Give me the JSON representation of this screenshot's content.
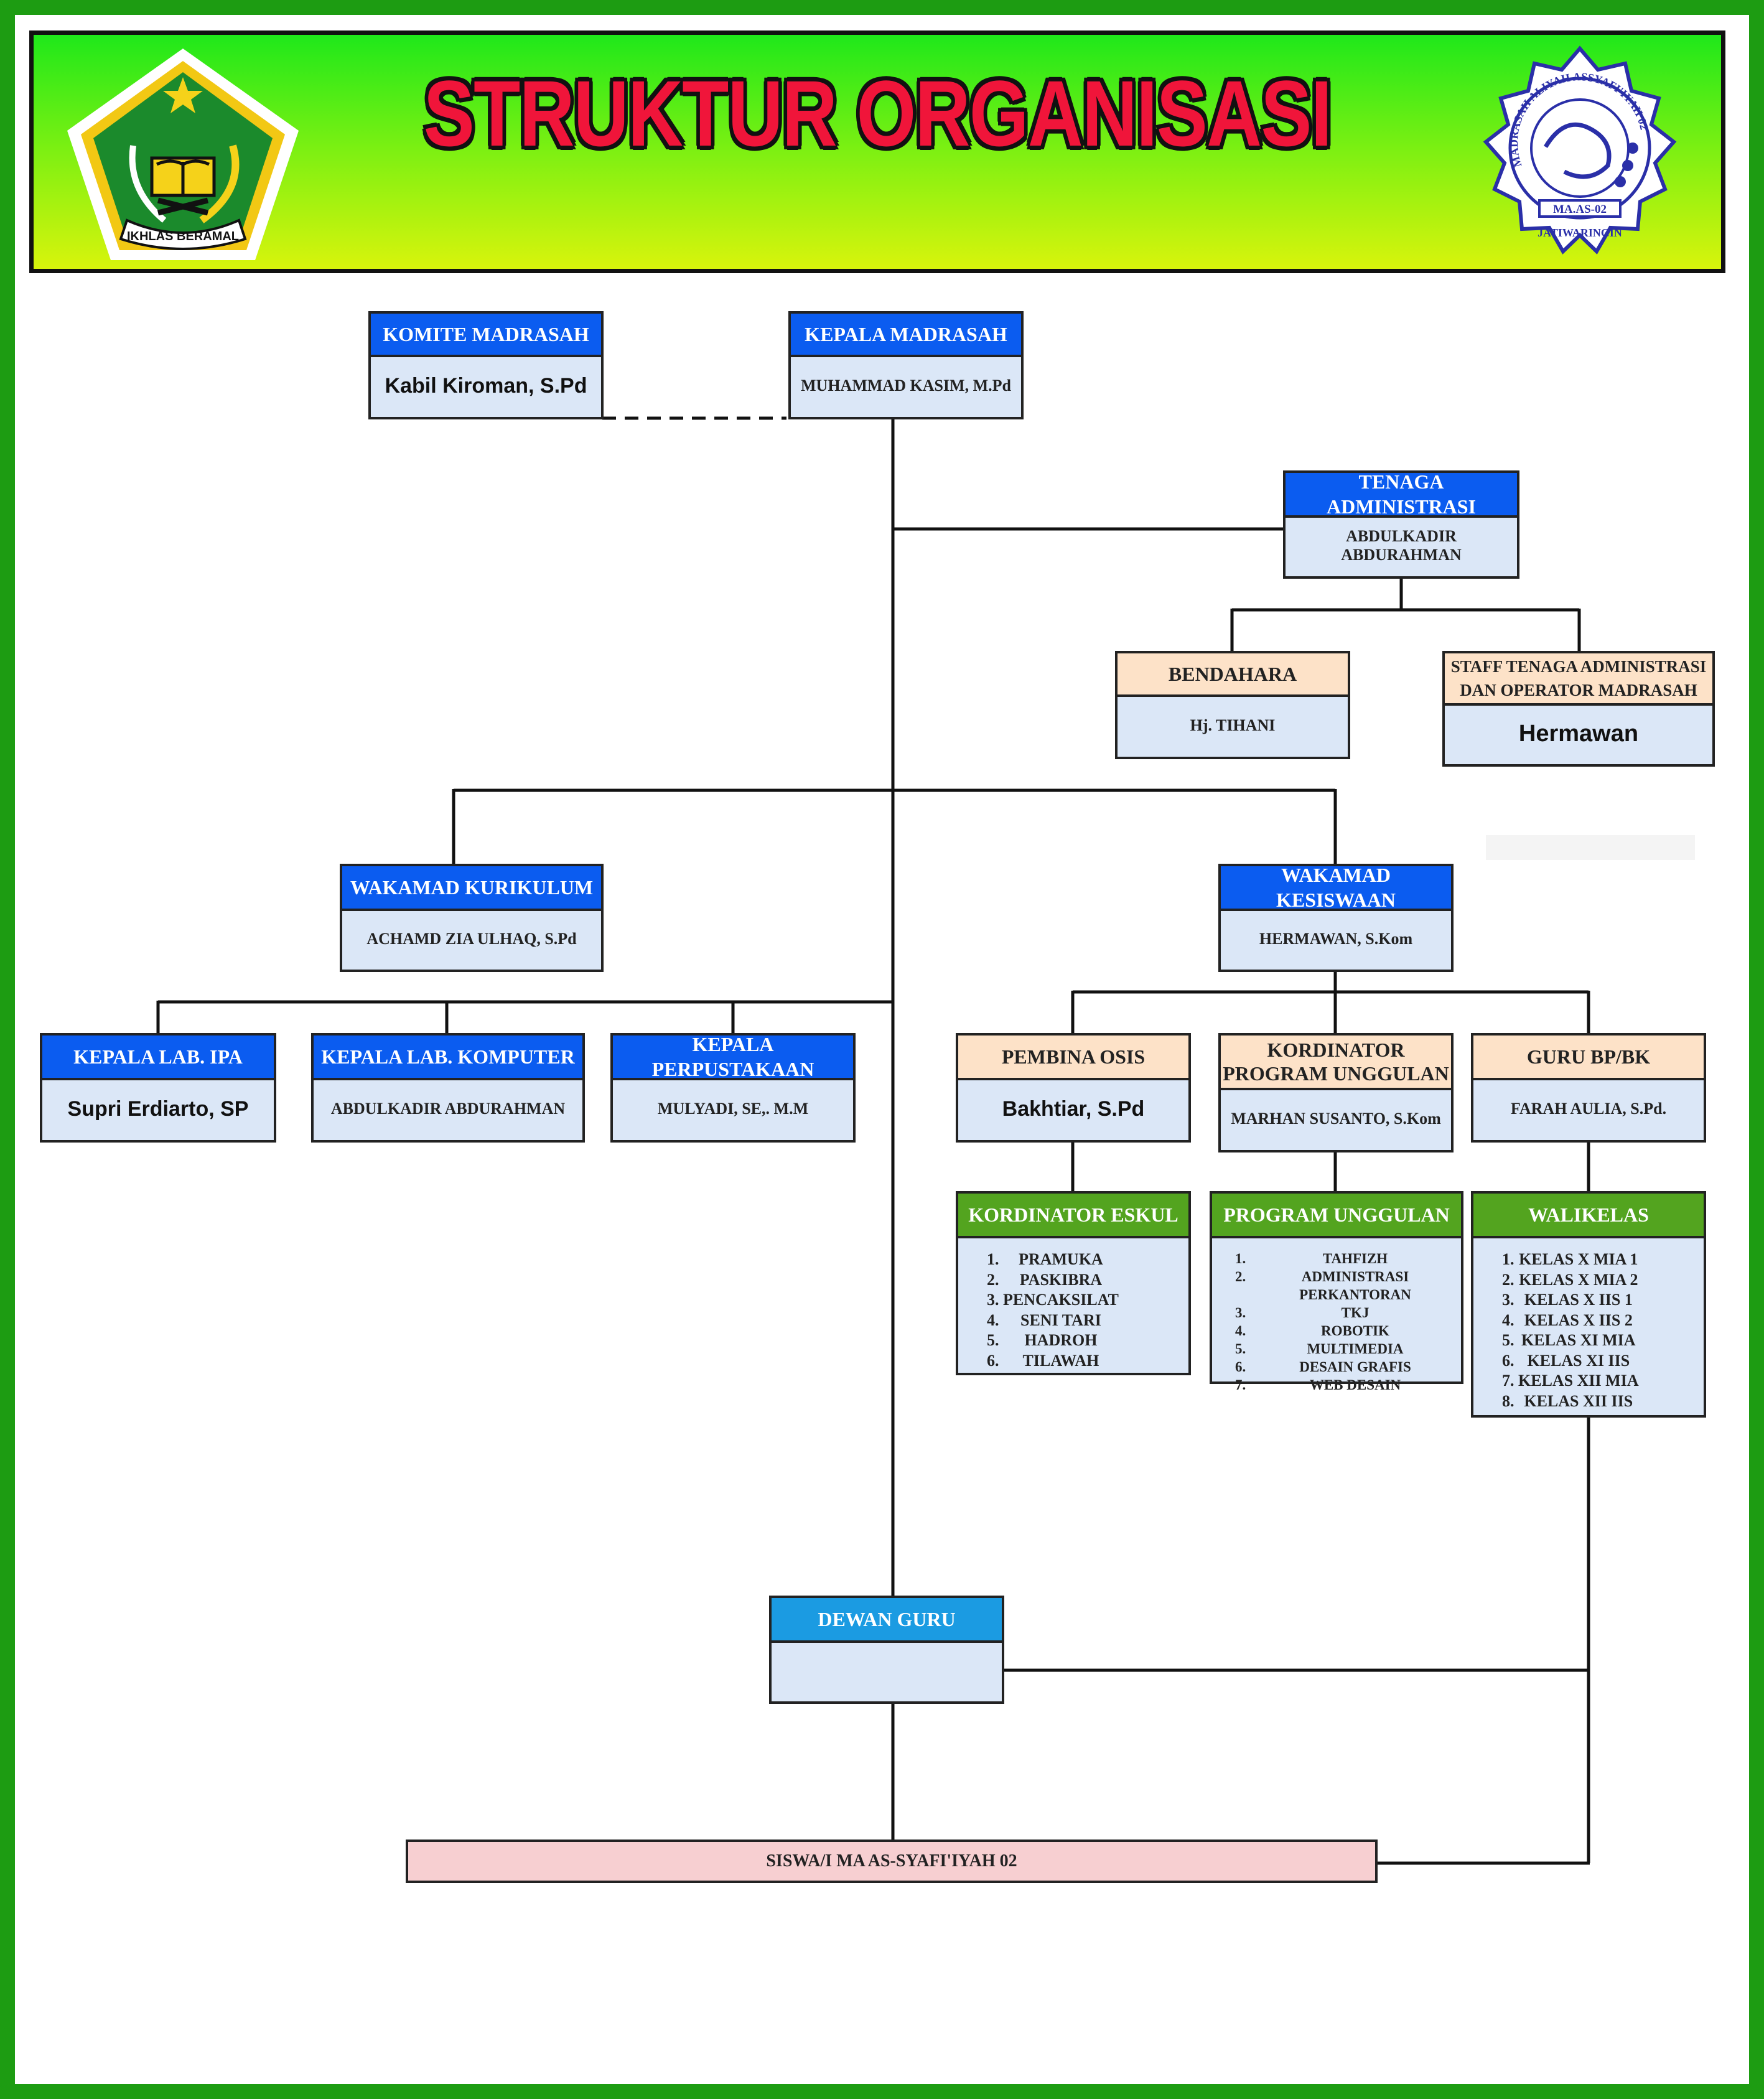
{
  "title": "STRUKTUR ORGANISASI",
  "logo_left": {
    "icon": "kemenag-emblem",
    "text": "IKHLAS BERAMAL"
  },
  "logo_right": {
    "icon": "madrasah-seal",
    "ring_text": "MADRASAH ALIYAH ASSYAFI'IYAH 02",
    "code": "MA.AS-02",
    "place": "JATIWARINGIN"
  },
  "colors": {
    "blue_header": "#0b5cf0",
    "sky_header": "#1b9be2",
    "peach_header": "#fde2c8",
    "green_header": "#53a41f",
    "body": "#dbe7f7",
    "siswa": "#f7cfd1"
  },
  "komite": {
    "title": "KOMITE MADRASAH",
    "name": "Kabil Kiroman, S.Pd"
  },
  "kepala": {
    "title": "KEPALA MADRASAH",
    "name": "MUHAMMAD KASIM, M.Pd"
  },
  "tenaga": {
    "title": "TENAGA ADMINISTRASI",
    "name": "ABDULKADIR ABDURAHMAN"
  },
  "bendahara": {
    "title": "BENDAHARA",
    "name": "Hj. TIHANI"
  },
  "staff": {
    "title_line1": "STAFF TENAGA ADMINISTRASI",
    "title_line2": "DAN OPERATOR MADRASAH",
    "name": "Hermawan"
  },
  "kurikulum": {
    "title": "WAKAMAD KURIKULUM",
    "name": "ACHAMD ZIA ULHAQ, S.Pd"
  },
  "kesiswaan": {
    "title": "WAKAMAD KESISWAAN",
    "name": "HERMAWAN, S.Kom"
  },
  "lab_ipa": {
    "title": "KEPALA LAB. IPA",
    "name": "Supri Erdiarto, SP"
  },
  "lab_komputer": {
    "title": "KEPALA LAB. KOMPUTER",
    "name": "ABDULKADIR ABDURAHMAN"
  },
  "perpustakaan": {
    "title": "KEPALA PERPUSTAKAAN",
    "name": "MULYADI, SE,. M.M"
  },
  "osis": {
    "title": "PEMBINA OSIS",
    "name": "Bakhtiar, S.Pd"
  },
  "kordinator_unggulan": {
    "title_line1": "KORDINATOR",
    "title_line2": "PROGRAM UNGGULAN",
    "name": "MARHAN SUSANTO, S.Kom"
  },
  "bpbk": {
    "title": "GURU BP/BK",
    "name": "FARAH AULIA, S.Pd."
  },
  "eskul": {
    "title": "KORDINATOR ESKUL",
    "items": [
      "PRAMUKA",
      "PASKIBRA",
      "PENCAKSILAT",
      "SENI TARI",
      "HADROH",
      "TILAWAH"
    ]
  },
  "unggulan": {
    "title": "PROGRAM UNGGULAN",
    "items": [
      "TAHFIZH",
      "ADMINISTRASI PERKANTORAN",
      "TKJ",
      "ROBOTIK",
      "MULTIMEDIA",
      "DESAIN GRAFIS",
      "WEB DESAIN"
    ]
  },
  "walikelas": {
    "title": "WALIKELAS",
    "items": [
      "KELAS X MIA 1",
      "KELAS X MIA 2",
      "KELAS X IIS 1",
      "KELAS X IIS 2",
      "KELAS XI MIA",
      "KELAS XI IIS",
      "KELAS XII MIA",
      "KELAS XII IIS"
    ]
  },
  "dewan": {
    "title": "DEWAN GURU"
  },
  "siswa": {
    "label": "SISWA/I MA AS-SYAFI'IYAH 02"
  }
}
